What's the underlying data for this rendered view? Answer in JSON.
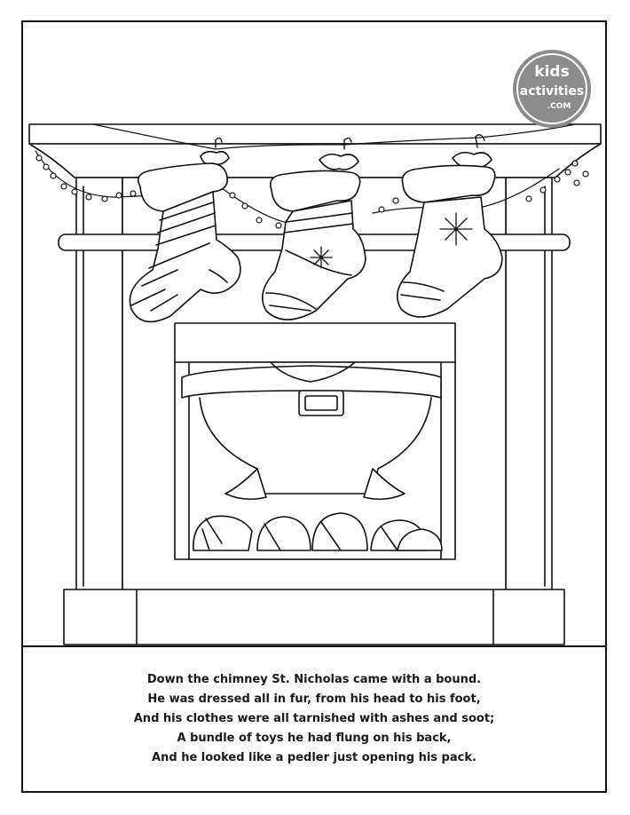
{
  "logo": {
    "line1": "kids",
    "line2": "activities",
    "line3": ".COM",
    "color": "#8c8c8c"
  },
  "poem": {
    "lines": [
      "Down the chimney St. Nicholas came with a bound.",
      "He was dressed all in fur, from his head to his foot,",
      "And his clothes were all tarnished with ashes and soot;",
      "A bundle of toys he had flung on his back,",
      "And he looked like a pedler just opening his pack."
    ]
  },
  "illustration": {
    "subject": "fireplace with three Christmas stockings and Santa coming down the chimney",
    "stockings": [
      "striped-stocking",
      "snowflake-band-stocking",
      "snowflake-stocking"
    ]
  }
}
